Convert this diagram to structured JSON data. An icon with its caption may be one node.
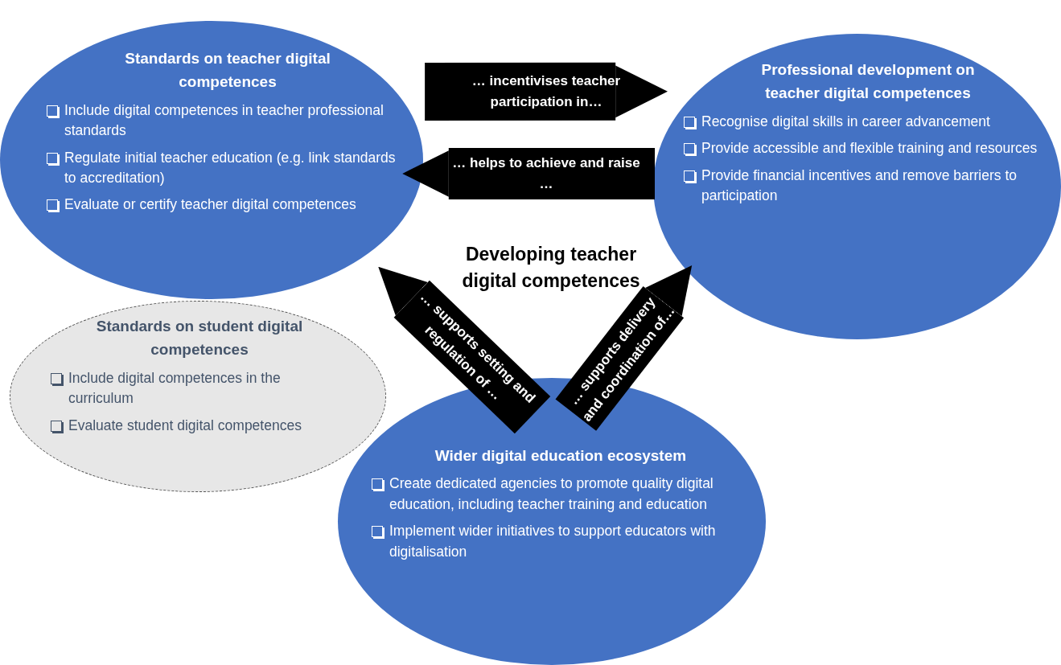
{
  "diagram": {
    "nodes": [
      {
        "text": [
          "Standards on teacher digital competences",
          "Include digital competences in teacher professional standards",
          "Regulate initial teacher education (e.g. link standards to accreditation)",
          "Evaluate or certify teacher digital competences"
        ]
      },
      {
        "text": [
          "Professional development on teacher digital competences",
          "Recognise digital skills in career advancement",
          "Provide accessible and flexible training and resources",
          "Provide financial incentives and remove barriers to participation"
        ]
      },
      {
        "text": [
          "Standards on student digital competences",
          "Include digital competences in the curriculum",
          "Evaluate student digital competences"
        ]
      },
      {
        "text": [
          "Wider digital education ecosystem",
          "Create dedicated agencies to promote quality digital education, including teacher training and education",
          "Implement wider initiatives to support educators with digitalisation"
        ]
      }
    ],
    "edges": [
      {
        "from": 0,
        "to": 1,
        "arrow": "to",
        "label": "… incentivises teacher participation in…"
      },
      {
        "from": 1,
        "to": 0,
        "arrow": "to",
        "label": "… helps to achieve and raise …"
      },
      {
        "from": 3,
        "to": 0,
        "arrow": "to",
        "label": "… supports setting and regulation of …"
      },
      {
        "from": 3,
        "to": 1,
        "arrow": "to",
        "label": "… supports delivery and coordination of…"
      }
    ],
    "labels": [
      "Developing teacher digital competences"
    ]
  }
}
